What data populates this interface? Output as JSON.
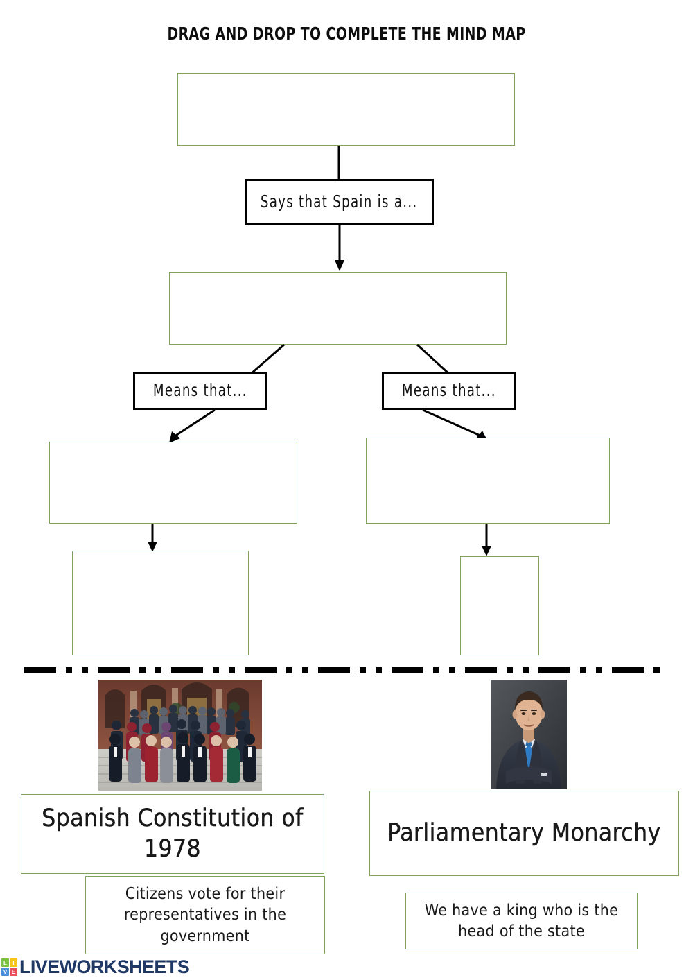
{
  "title": "DRAG AND DROP TO COMPLETE THE MIND MAP",
  "connector_labels": {
    "says_that": "Says that Spain is a...",
    "means_that_left": "Means that...",
    "means_that_right": "Means that..."
  },
  "dropzones": [
    {
      "id": "dropzone-1",
      "label": "",
      "placeholder": ""
    },
    {
      "id": "dropzone-2",
      "label": "",
      "placeholder": ""
    },
    {
      "id": "dropzone-3",
      "label": "",
      "placeholder": ""
    },
    {
      "id": "dropzone-4",
      "label": "",
      "placeholder": ""
    },
    {
      "id": "dropzone-5",
      "label": "",
      "placeholder": ""
    },
    {
      "id": "dropzone-6",
      "label": "",
      "placeholder": ""
    }
  ],
  "answer_bank": {
    "left": {
      "image_alt": "spanish-government-group-photo",
      "title": "Spanish Constitution of 1978",
      "description": "Citizens vote for their representatives in the government"
    },
    "right": {
      "image_alt": "king-felipe-vi-portrait",
      "title": "Parliamentary Monarchy",
      "description": "We have a king who is the head of the state"
    }
  },
  "footer": {
    "brand": "LIVEWORKSHEETS",
    "tiles": [
      "L",
      "I",
      "V",
      "E"
    ]
  },
  "colors": {
    "dropzone_border": "#7fa35c",
    "label_border": "#000000",
    "brand_navy": "#1f3864",
    "tile_green": "#7ac143",
    "tile_yellow": "#f5c518",
    "tile_blue": "#4a90d9",
    "tile_red": "#e8505b"
  }
}
